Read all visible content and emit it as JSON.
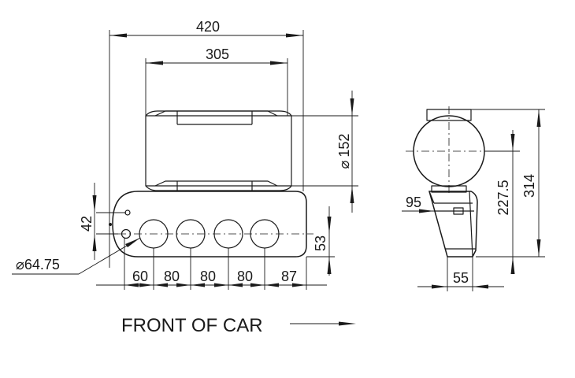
{
  "drawing": {
    "front_view": {
      "width_overall": "420",
      "width_tank": "305",
      "tank_diameter": "152",
      "dia_symbol": "⌀",
      "port_spacing_first": "60",
      "port_spacing_1": "80",
      "port_spacing_2": "80",
      "port_spacing_3": "80",
      "port_spacing_last": "87",
      "port_height": "53",
      "inlet_height": "42",
      "inlet_diameter": "64.75"
    },
    "side_view": {
      "overall_height": "314",
      "tank_center_height": "227.5",
      "runner_offset": "95",
      "base_width": "55"
    },
    "caption": "FRONT OF CAR"
  }
}
